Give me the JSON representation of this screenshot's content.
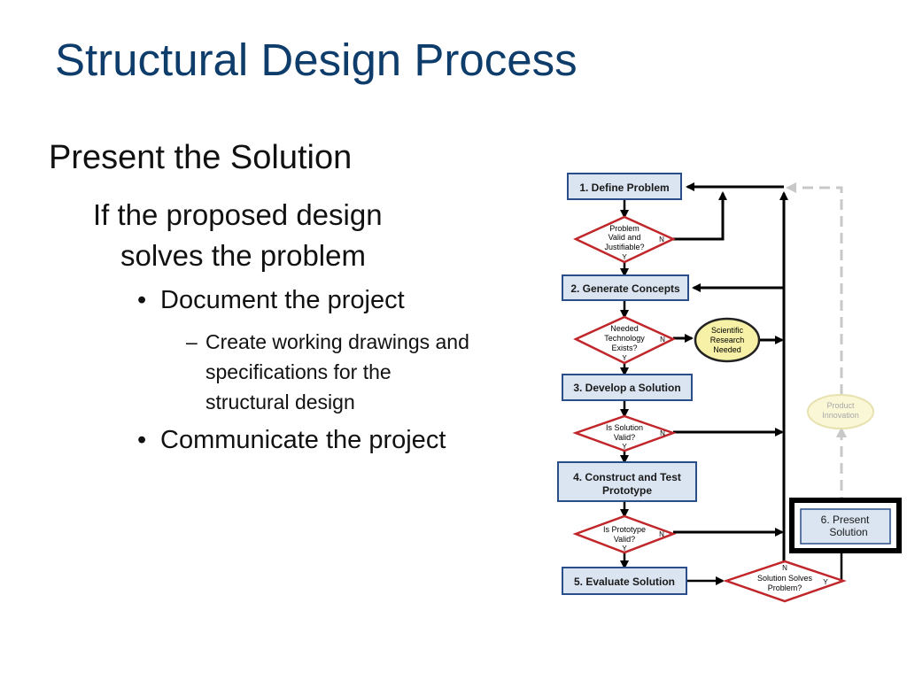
{
  "slide": {
    "title": "Structural Design Process",
    "heading": "Present the Solution",
    "sub_line1": "If the proposed design",
    "sub_line2": "solves the problem",
    "bullet1": "Document the project",
    "sub_bullet_lines": [
      "Create working drawings and",
      "specifications for  the",
      "structural design"
    ],
    "bullet2": "Communicate the project",
    "bullet_char": "•",
    "dash_char": "–"
  },
  "diagram": {
    "steps": {
      "s1": "1. Define Problem",
      "s2": "2. Generate Concepts",
      "s3": "3. Develop a Solution",
      "s4_line1": "4. Construct and Test",
      "s4_line2": "Prototype",
      "s5": "5.  Evaluate Solution",
      "s6_line1": "6.  Present",
      "s6_line2": "Solution"
    },
    "decisions": {
      "d1": [
        "Problem",
        "Valid and",
        "Justifiable?"
      ],
      "d2": [
        "Needed",
        "Technology",
        "Exists?"
      ],
      "d3": [
        "Is Solution",
        "Valid?"
      ],
      "d4": [
        "Is Prototype",
        "Valid?"
      ],
      "d5": [
        "Solution Solves",
        "Problem?"
      ]
    },
    "yes": "Y",
    "no": "N",
    "research": [
      "Scientific",
      "Research",
      "Needed"
    ],
    "innovation": [
      "Product",
      "Innovation"
    ],
    "colors": {
      "step_fill": "#dbe5f1",
      "step_stroke": "#2a4e8a",
      "decision_stroke": "#c0262a",
      "research_fill": "#f6f1a6",
      "innovation_fill": "#faf7d6",
      "dashed": "#c8c8c8"
    }
  }
}
